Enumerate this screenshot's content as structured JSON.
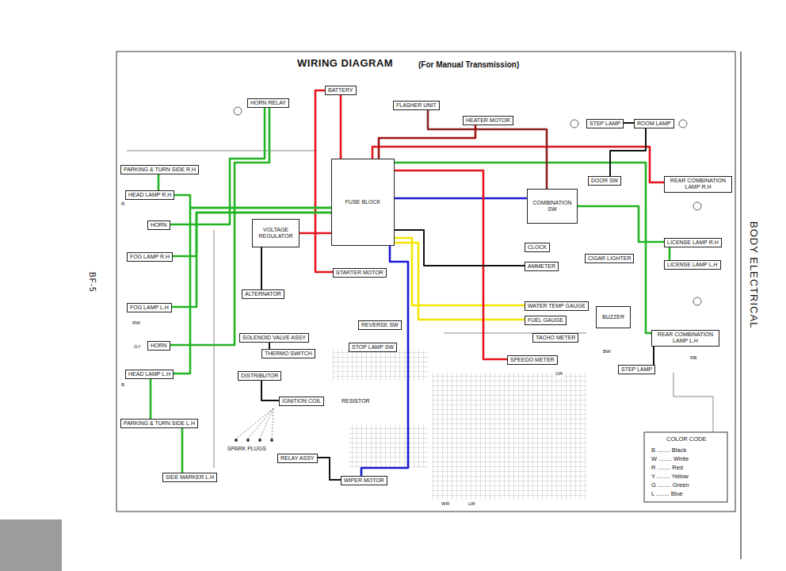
{
  "diagram": {
    "title": "WIRING DIAGRAM",
    "nodes": [
      {
        "text": [
          "BATTERY"
        ]
      },
      {
        "text": [
          "HORN RELAY"
        ]
      },
      {
        "text": [
          "FLASHER UNIT"
        ]
      },
      {
        "text": [
          "HEATER MOTOR"
        ]
      },
      {
        "text": [
          "ROOM LAMP"
        ]
      },
      {
        "text": [
          "STEP LAMP"
        ]
      },
      {
        "text": [
          "FUSE BLOCK"
        ]
      },
      {
        "text": [
          "VOLTAGE REGULATOR"
        ]
      },
      {
        "text": [
          "ALTERNATOR"
        ]
      },
      {
        "text": [
          "STARTER MOTOR"
        ]
      },
      {
        "text": [
          "PARKING & TURN SIDE R.H"
        ]
      },
      {
        "text": [
          "HEAD LAMP R.H"
        ]
      },
      {
        "text": [
          "HORN"
        ]
      },
      {
        "text": [
          "FOG LAMP R.H"
        ]
      },
      {
        "text": [
          "FOG LAMP L.H"
        ]
      },
      {
        "text": [
          "HORN"
        ]
      },
      {
        "text": [
          "HEAD LAMP L.H"
        ]
      },
      {
        "text": [
          "PARKING & TURN SIDE L.H"
        ]
      },
      {
        "text": [
          "SIDE MARKER L.H"
        ]
      },
      {
        "text": [
          "DISTRIBUTOR"
        ]
      },
      {
        "text": [
          "IGNITION COIL"
        ]
      },
      {
        "text": [
          "SOLENOID VALVE ASSY"
        ]
      },
      {
        "text": [
          "THERMO SWITCH"
        ]
      },
      {
        "text": [
          "REVERSE SW"
        ]
      },
      {
        "text": [
          "STOP LAMP SW"
        ]
      },
      {
        "text": [
          "WIPER MOTOR"
        ]
      },
      {
        "text": [
          "RELAY ASSY"
        ]
      },
      {
        "text": [
          "WATER TEMP GAUGE"
        ]
      },
      {
        "text": [
          "FUEL GAUGE"
        ]
      },
      {
        "text": [
          "CLOCK"
        ]
      },
      {
        "text": [
          "AMMETER"
        ]
      },
      {
        "text": [
          "TACHO METER"
        ]
      },
      {
        "text": [
          "SPEEDO METER"
        ]
      },
      {
        "text": [
          "BUZZER"
        ]
      },
      {
        "text": [
          "DOOR SW"
        ]
      },
      {
        "text": [
          "COMBINATION SW"
        ]
      },
      {
        "text": [
          "CIGAR LIGHTER"
        ]
      },
      {
        "text": [
          "REAR COMBINATION LAMP R.H"
        ]
      },
      {
        "text": [
          "LICENSE LAMP R.H"
        ]
      },
      {
        "text": [
          "LICENSE LAMP L.H"
        ]
      },
      {
        "text": [
          "REAR COMBINATION LAMP L.H"
        ]
      },
      {
        "text": [
          "STEP LAMP"
        ]
      }
    ],
    "edges": [
      {
        "from": 0,
        "to": 6,
        "arrow": "none"
      },
      {
        "from": 0,
        "to": 9,
        "arrow": "none"
      },
      {
        "from": 1,
        "to": 12,
        "arrow": "none"
      },
      {
        "from": 1,
        "to": 15,
        "arrow": "none"
      },
      {
        "from": 6,
        "to": 11,
        "arrow": "none"
      },
      {
        "from": 6,
        "to": 16,
        "arrow": "none"
      },
      {
        "from": 6,
        "to": 13,
        "arrow": "none"
      },
      {
        "from": 6,
        "to": 14,
        "arrow": "none"
      },
      {
        "from": 8,
        "to": 7,
        "arrow": "none"
      },
      {
        "from": 7,
        "to": 6,
        "arrow": "none"
      },
      {
        "from": 6,
        "to": 35,
        "arrow": "none"
      },
      {
        "from": 6,
        "to": 27,
        "arrow": "none"
      },
      {
        "from": 6,
        "to": 28,
        "arrow": "none"
      },
      {
        "from": 6,
        "to": 32,
        "arrow": "none"
      },
      {
        "from": 6,
        "to": 37,
        "arrow": "none"
      },
      {
        "from": 6,
        "to": 40,
        "arrow": "none"
      },
      {
        "from": 35,
        "to": 38,
        "arrow": "none"
      },
      {
        "from": 38,
        "to": 39,
        "arrow": "none"
      },
      {
        "from": 26,
        "to": 25,
        "arrow": "none"
      },
      {
        "from": 19,
        "to": 20,
        "arrow": "none"
      },
      {
        "from": 22,
        "to": 21,
        "arrow": "none"
      },
      {
        "from": 2,
        "to": 35,
        "arrow": "none"
      },
      {
        "from": 3,
        "to": 6,
        "arrow": "none"
      },
      {
        "from": 5,
        "to": 4,
        "arrow": "none"
      },
      {
        "from": 4,
        "to": 34,
        "arrow": "none"
      },
      {
        "from": 6,
        "to": 30,
        "arrow": "none"
      },
      {
        "from": 6,
        "to": 25,
        "arrow": "none"
      },
      {
        "from": 41,
        "to": 40,
        "arrow": "none"
      },
      {
        "from": 18,
        "to": 17,
        "arrow": "none"
      },
      {
        "from": 10,
        "to": 11,
        "arrow": "none"
      },
      {
        "from": 16,
        "to": 17,
        "arrow": "none"
      }
    ],
    "labels": [
      "(For Manual Transmission)",
      "BODY ELECTRICAL",
      "BF-5",
      "COLOR CODE",
      "SPARK PLUGS",
      "RESISTOR",
      "R",
      "GY",
      "RW",
      "B",
      "WR",
      "LW",
      "GR",
      "BW",
      "RB"
    ],
    "legend": [
      {
        "text": "B ........ Black"
      },
      {
        "text": "W ........ White"
      },
      {
        "text": "R ........ Red"
      },
      {
        "text": "Y ........ Yellow"
      },
      {
        "text": "G ........ Green"
      },
      {
        "text": "L ........ Blue"
      }
    ]
  }
}
